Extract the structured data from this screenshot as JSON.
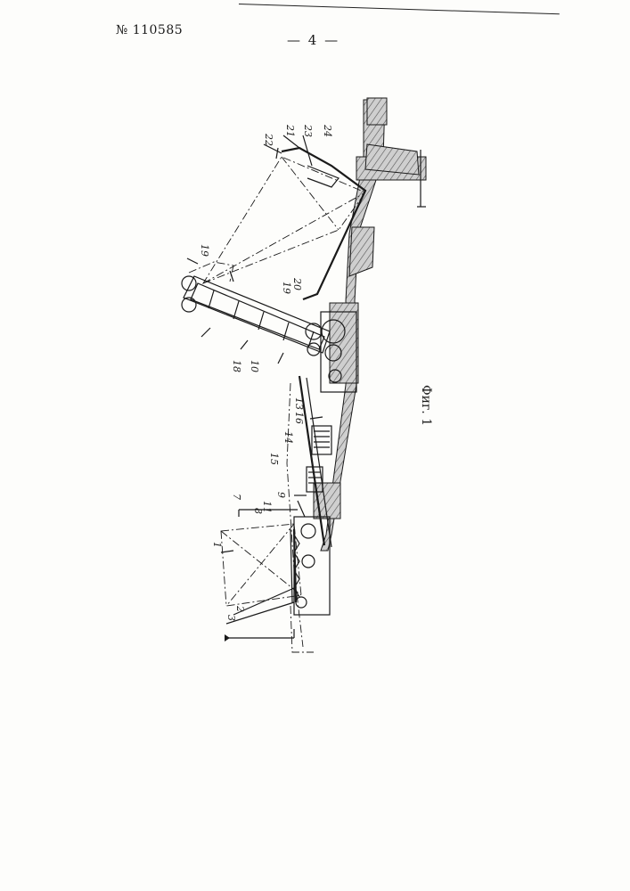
{
  "header": {
    "patent_number": "№ 110585",
    "page_number": "— 4 —"
  },
  "figure": {
    "caption": "Фиг. 1",
    "labels": [
      "1",
      "2",
      "3",
      "7",
      "8",
      "9",
      "10",
      "11",
      "13",
      "14",
      "15",
      "16",
      "18",
      "19",
      "19",
      "20",
      "21",
      "22",
      "23",
      "24"
    ]
  }
}
